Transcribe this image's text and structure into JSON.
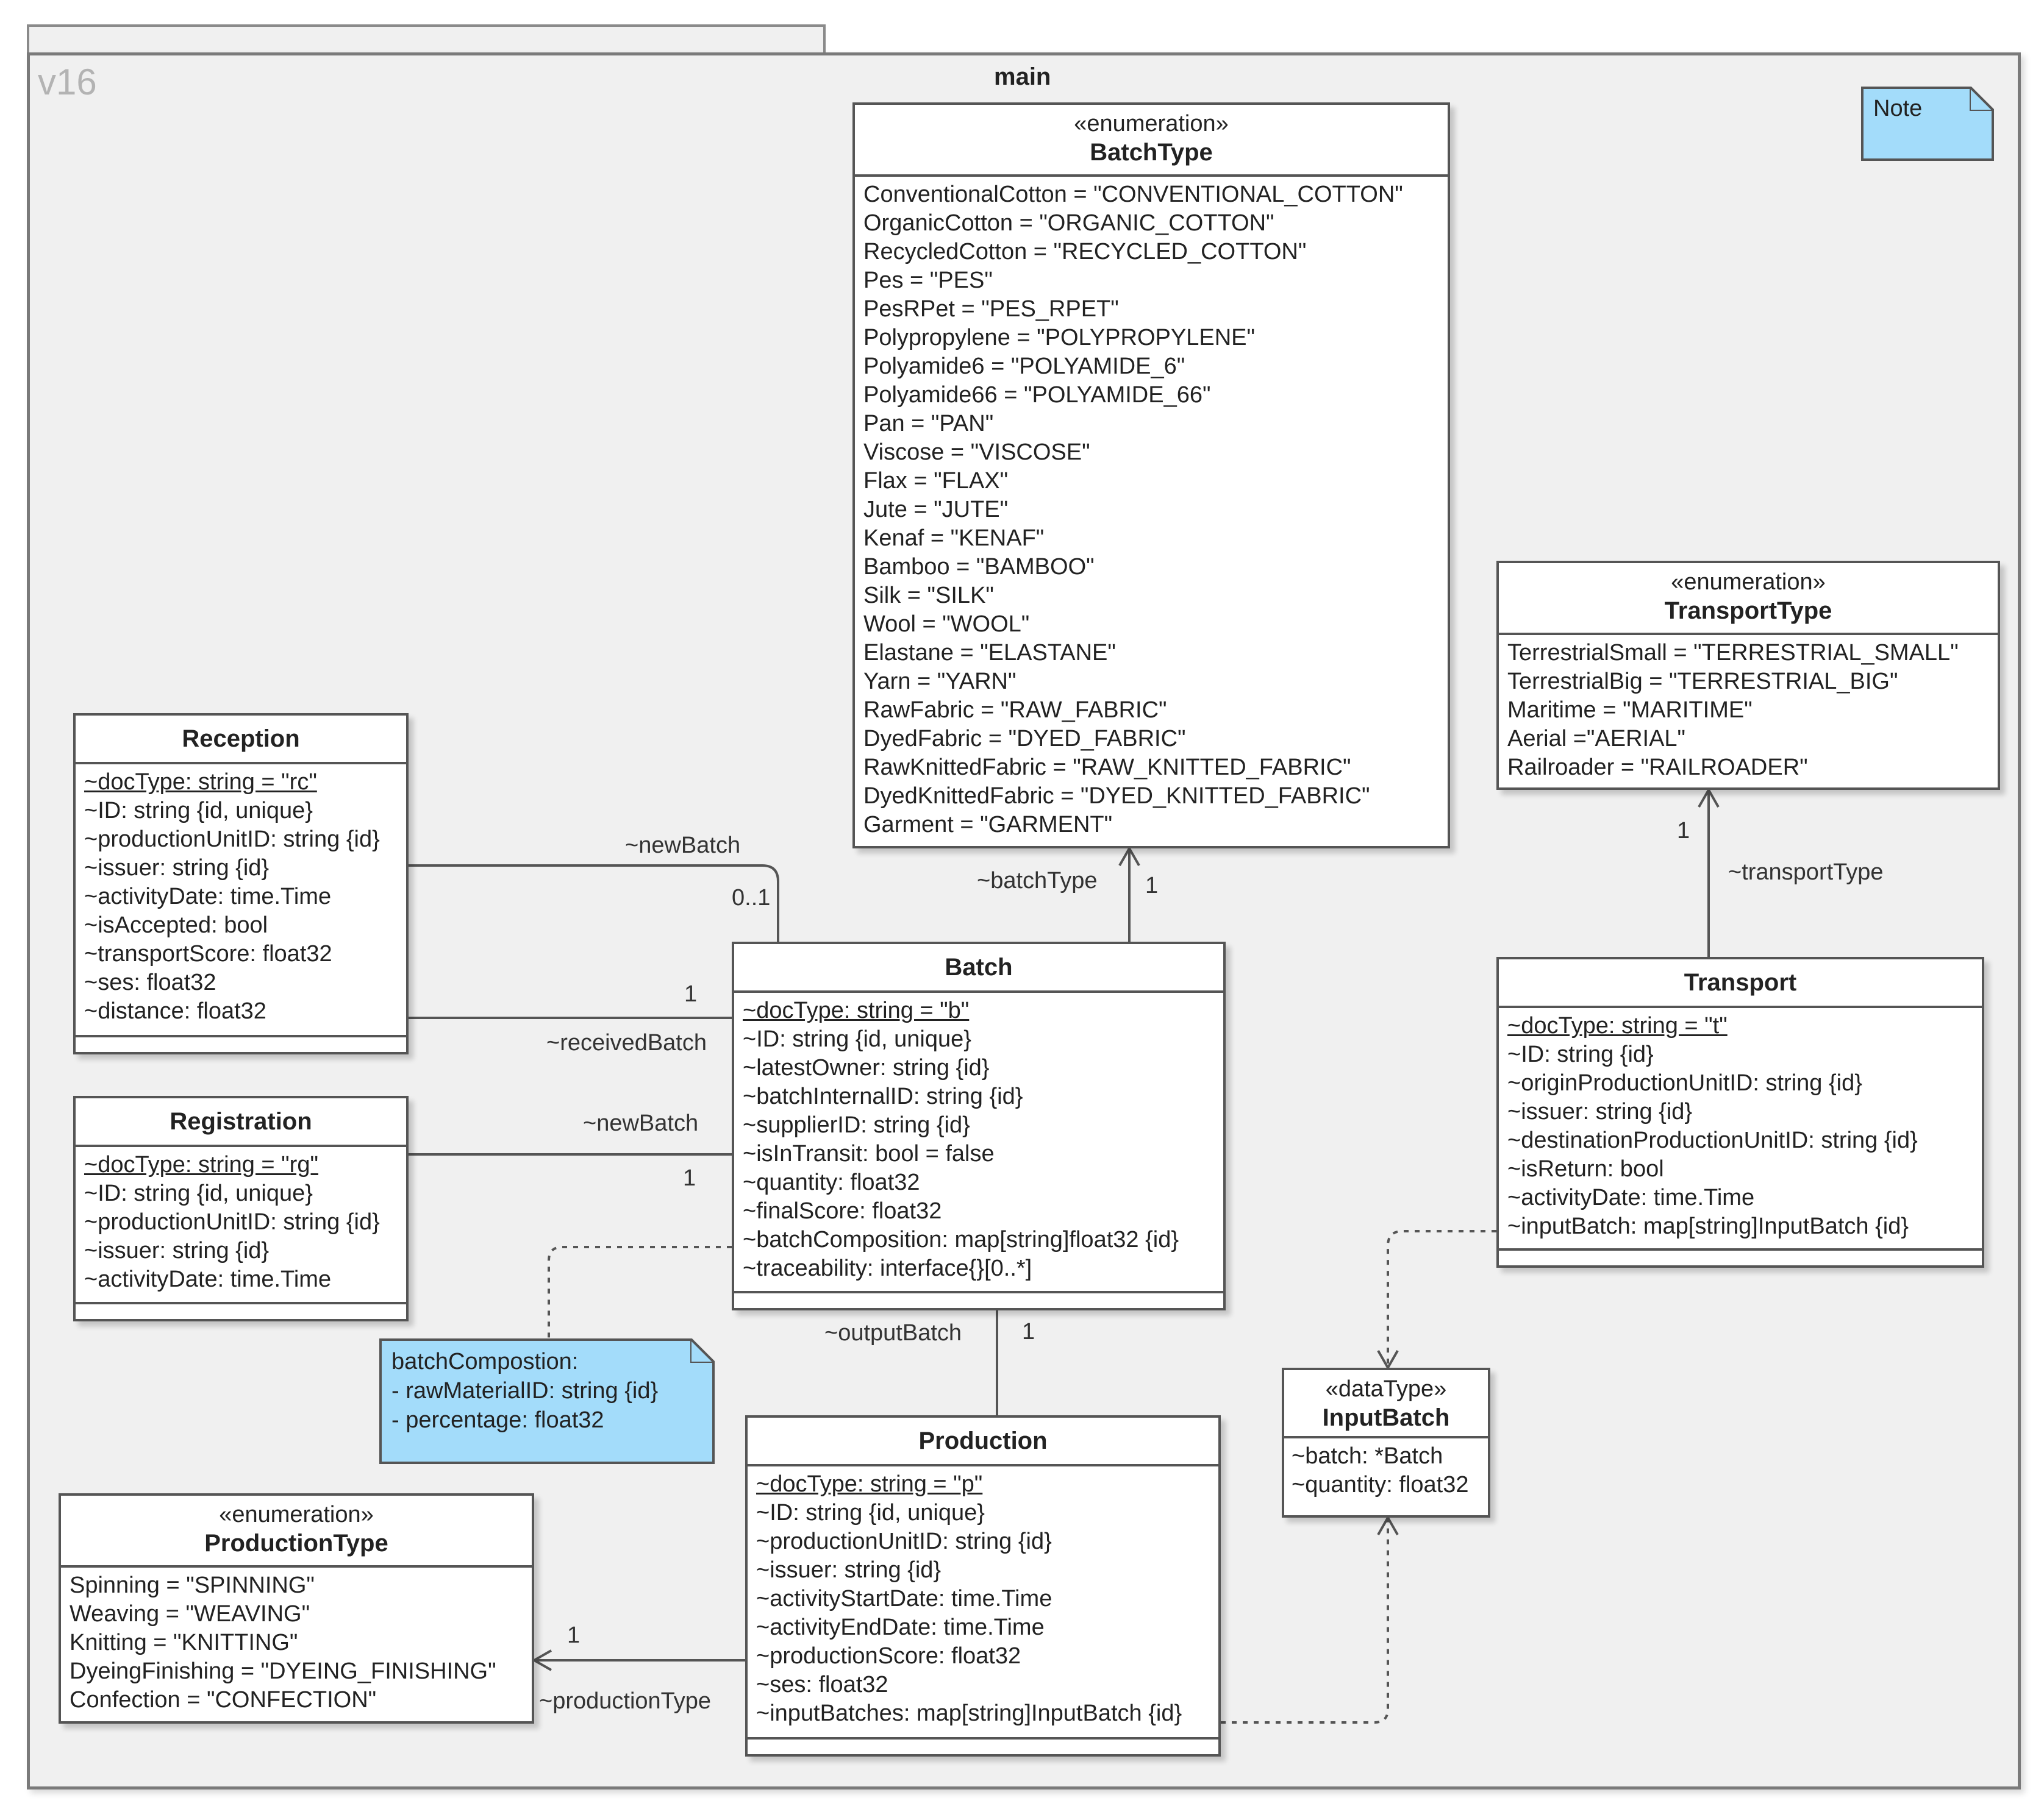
{
  "frame": {
    "version": "v16",
    "name": "main"
  },
  "note_default": "Note",
  "batch_type": {
    "stereotype": "«enumeration»",
    "name": "BatchType",
    "literals": [
      "ConventionalCotton = \"CONVENTIONAL_COTTON\"",
      "OrganicCotton = \"ORGANIC_COTTON\"",
      "RecycledCotton = \"RECYCLED_COTTON\"",
      "Pes = \"PES\"",
      "PesRPet = \"PES_RPET\"",
      "Polypropylene = \"POLYPROPYLENE\"",
      "Polyamide6 = \"POLYAMIDE_6\"",
      "Polyamide66 = \"POLYAMIDE_66\"",
      "Pan  = \"PAN\"",
      "Viscose = \"VISCOSE\"",
      "Flax = \"FLAX\"",
      "Jute = \"JUTE\"",
      "Kenaf = \"KENAF\"",
      "Bamboo = \"BAMBOO\"",
      "Silk = \"SILK\"",
      "Wool = \"WOOL\"",
      "Elastane = \"ELASTANE\"",
      "Yarn = \"YARN\"",
      "RawFabric = \"RAW_FABRIC\"",
      "DyedFabric = \"DYED_FABRIC\"",
      "RawKnittedFabric = \"RAW_KNITTED_FABRIC\"",
      "DyedKnittedFabric = \"DYED_KNITTED_FABRIC\"",
      "Garment = \"GARMENT\""
    ]
  },
  "transport_type": {
    "stereotype": "«enumeration»",
    "name": "TransportType",
    "literals": [
      "TerrestrialSmall = \"TERRESTRIAL_SMALL\"",
      "TerrestrialBig = \"TERRESTRIAL_BIG\"",
      "Maritime = \"MARITIME\"",
      "Aerial =\"AERIAL\"",
      "Railroader = \"RAILROADER\""
    ]
  },
  "reception": {
    "name": "Reception",
    "attributes": [
      "~docType: string = \"rc\"",
      "~ID: string {id, unique}",
      "~productionUnitID: string {id}",
      "~issuer: string {id}",
      "~activityDate: time.Time",
      "~isAccepted: bool",
      "~transportScore: float32",
      "~ses: float32",
      "~distance: float32"
    ]
  },
  "registration": {
    "name": "Registration",
    "attributes": [
      "~docType: string = \"rg\"",
      "~ID: string {id, unique}",
      "~productionUnitID: string {id}",
      "~issuer: string {id}",
      "~activityDate: time.Time"
    ]
  },
  "batch": {
    "name": "Batch",
    "attributes": [
      "~docType: string = \"b\"",
      "~ID: string {id, unique}",
      "~latestOwner: string {id}",
      "~batchInternalID: string {id}",
      "~supplierID: string {id}",
      "~isInTransit: bool = false",
      "~quantity: float32",
      "~finalScore: float32",
      "~batchComposition: map[string]float32 {id}",
      "~traceability: interface{}[0..*]"
    ]
  },
  "transport": {
    "name": "Transport",
    "attributes": [
      "~docType: string = \"t\"",
      "~ID: string {id}",
      "~originProductionUnitID: string {id}",
      "~issuer: string {id}",
      "~destinationProductionUnitID: string {id}",
      "~isReturn: bool",
      "~activityDate: time.Time",
      "~inputBatch: map[string]InputBatch {id}"
    ]
  },
  "production": {
    "name": "Production",
    "attributes": [
      "~docType: string = \"p\"",
      "~ID: string {id, unique}",
      "~productionUnitID: string {id}",
      "~issuer: string {id}",
      "~activityStartDate: time.Time",
      "~activityEndDate: time.Time",
      "~productionScore: float32",
      "~ses: float32",
      "~inputBatches: map[string]InputBatch {id}"
    ]
  },
  "production_type": {
    "stereotype": "«enumeration»",
    "name": "ProductionType",
    "literals": [
      "Spinning = \"SPINNING\"",
      "Weaving = \"WEAVING\"",
      "Knitting = \"KNITTING\"",
      "DyeingFinishing = \"DYEING_FINISHING\"",
      "Confection = \"CONFECTION\""
    ]
  },
  "input_batch": {
    "stereotype": "«dataType»",
    "name": "InputBatch",
    "attributes": [
      "~batch: *Batch",
      "~quantity: float32"
    ]
  },
  "composition_note": {
    "lines": [
      "batchCompostion:",
      "- rawMaterialID: string {id}",
      "- percentage: float32"
    ]
  },
  "associations": {
    "reception_new_batch": {
      "role": "~newBatch",
      "multiplicity": "0..1"
    },
    "reception_received_batch": {
      "role": "~receivedBatch",
      "multiplicity": "1"
    },
    "registration_new_batch": {
      "role": "~newBatch",
      "multiplicity": "1"
    },
    "batch_type": {
      "role": "~batchType",
      "multiplicity": "1"
    },
    "transport_type": {
      "role": "~transportType",
      "multiplicity": "1"
    },
    "output_batch": {
      "role": "~outputBatch",
      "multiplicity": "1"
    },
    "production_type": {
      "role": "~productionType",
      "multiplicity": "1"
    }
  },
  "colors": {
    "frame_bg": "#f0f0f0",
    "note_fill": "#a3dcfa",
    "class_fill": "#ffffff",
    "border": "#555555"
  }
}
